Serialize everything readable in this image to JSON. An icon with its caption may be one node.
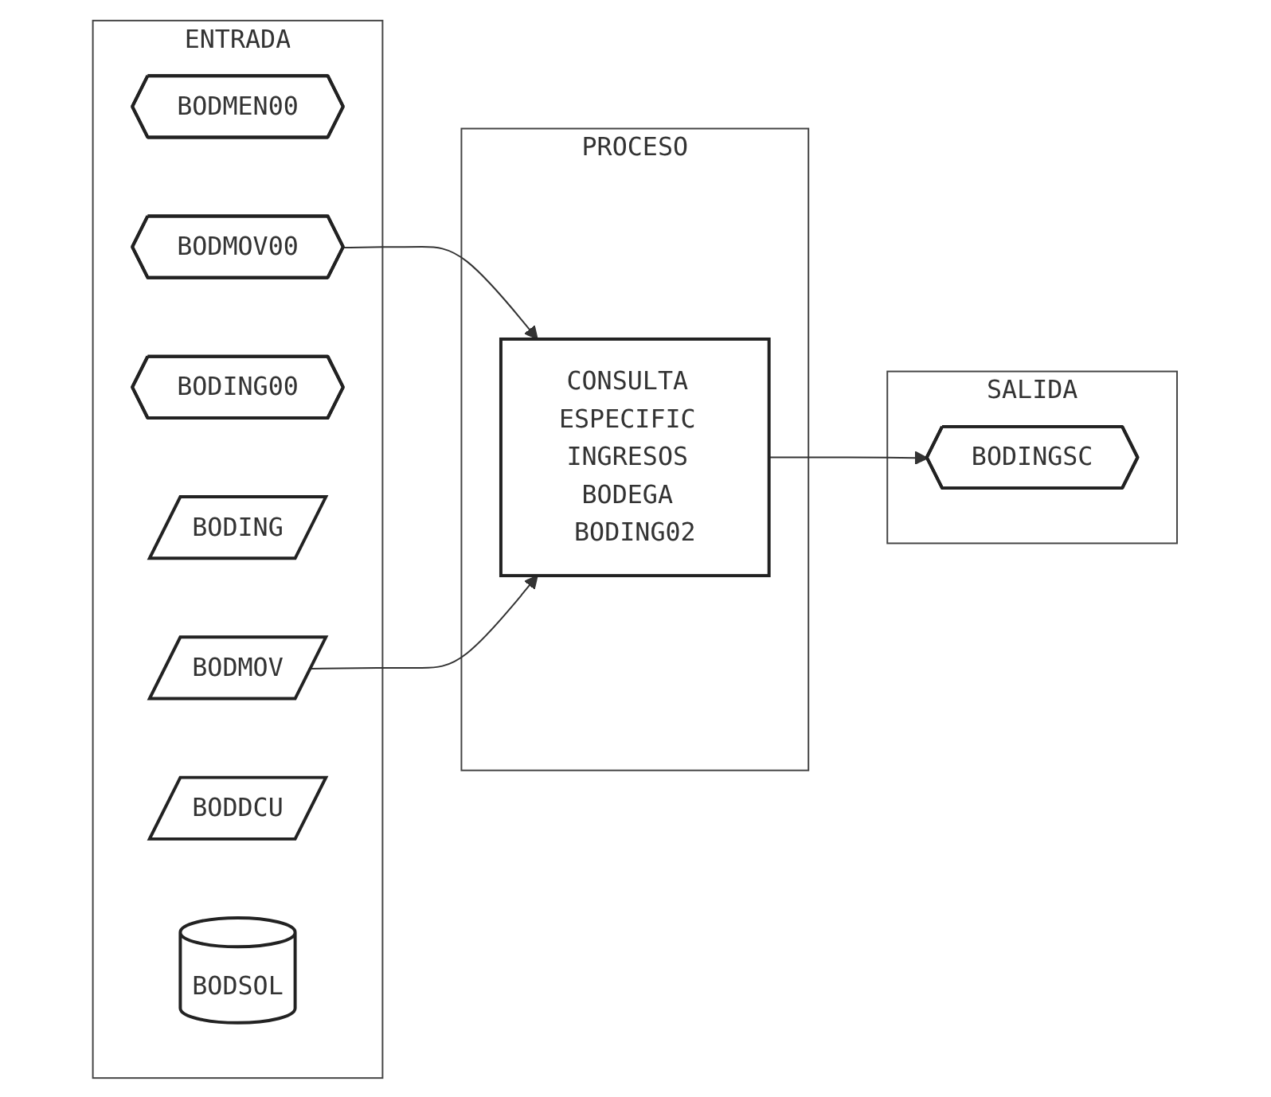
{
  "diagram": {
    "nodes": [
      {
        "text": [
          "ENTRADA"
        ]
      },
      {
        "text": [
          "BODMEN00"
        ],
        "in": 0
      },
      {
        "text": [
          "BODMOV00"
        ],
        "in": 0
      },
      {
        "text": [
          "BODING00"
        ],
        "in": 0
      },
      {
        "text": [
          "BODING"
        ],
        "in": 0
      },
      {
        "text": [
          "BODMOV"
        ],
        "in": 0
      },
      {
        "text": [
          "BODDCU"
        ],
        "in": 0
      },
      {
        "text": [
          "BODSOL"
        ],
        "in": 0
      },
      {
        "text": [
          "PROCESO"
        ]
      },
      {
        "text": [
          "CONSULTA ESPECIFIC INGRESOS BODEGA BODING02"
        ],
        "in": 8
      },
      {
        "text": [
          "SALIDA"
        ]
      },
      {
        "text": [
          "BODINGSC"
        ],
        "in": 10
      }
    ],
    "edges": [
      {
        "from": 2,
        "to": 9,
        "arrow": "to"
      },
      {
        "from": 5,
        "to": 9,
        "arrow": "to"
      },
      {
        "from": 9,
        "to": 11,
        "arrow": "to"
      }
    ]
  }
}
